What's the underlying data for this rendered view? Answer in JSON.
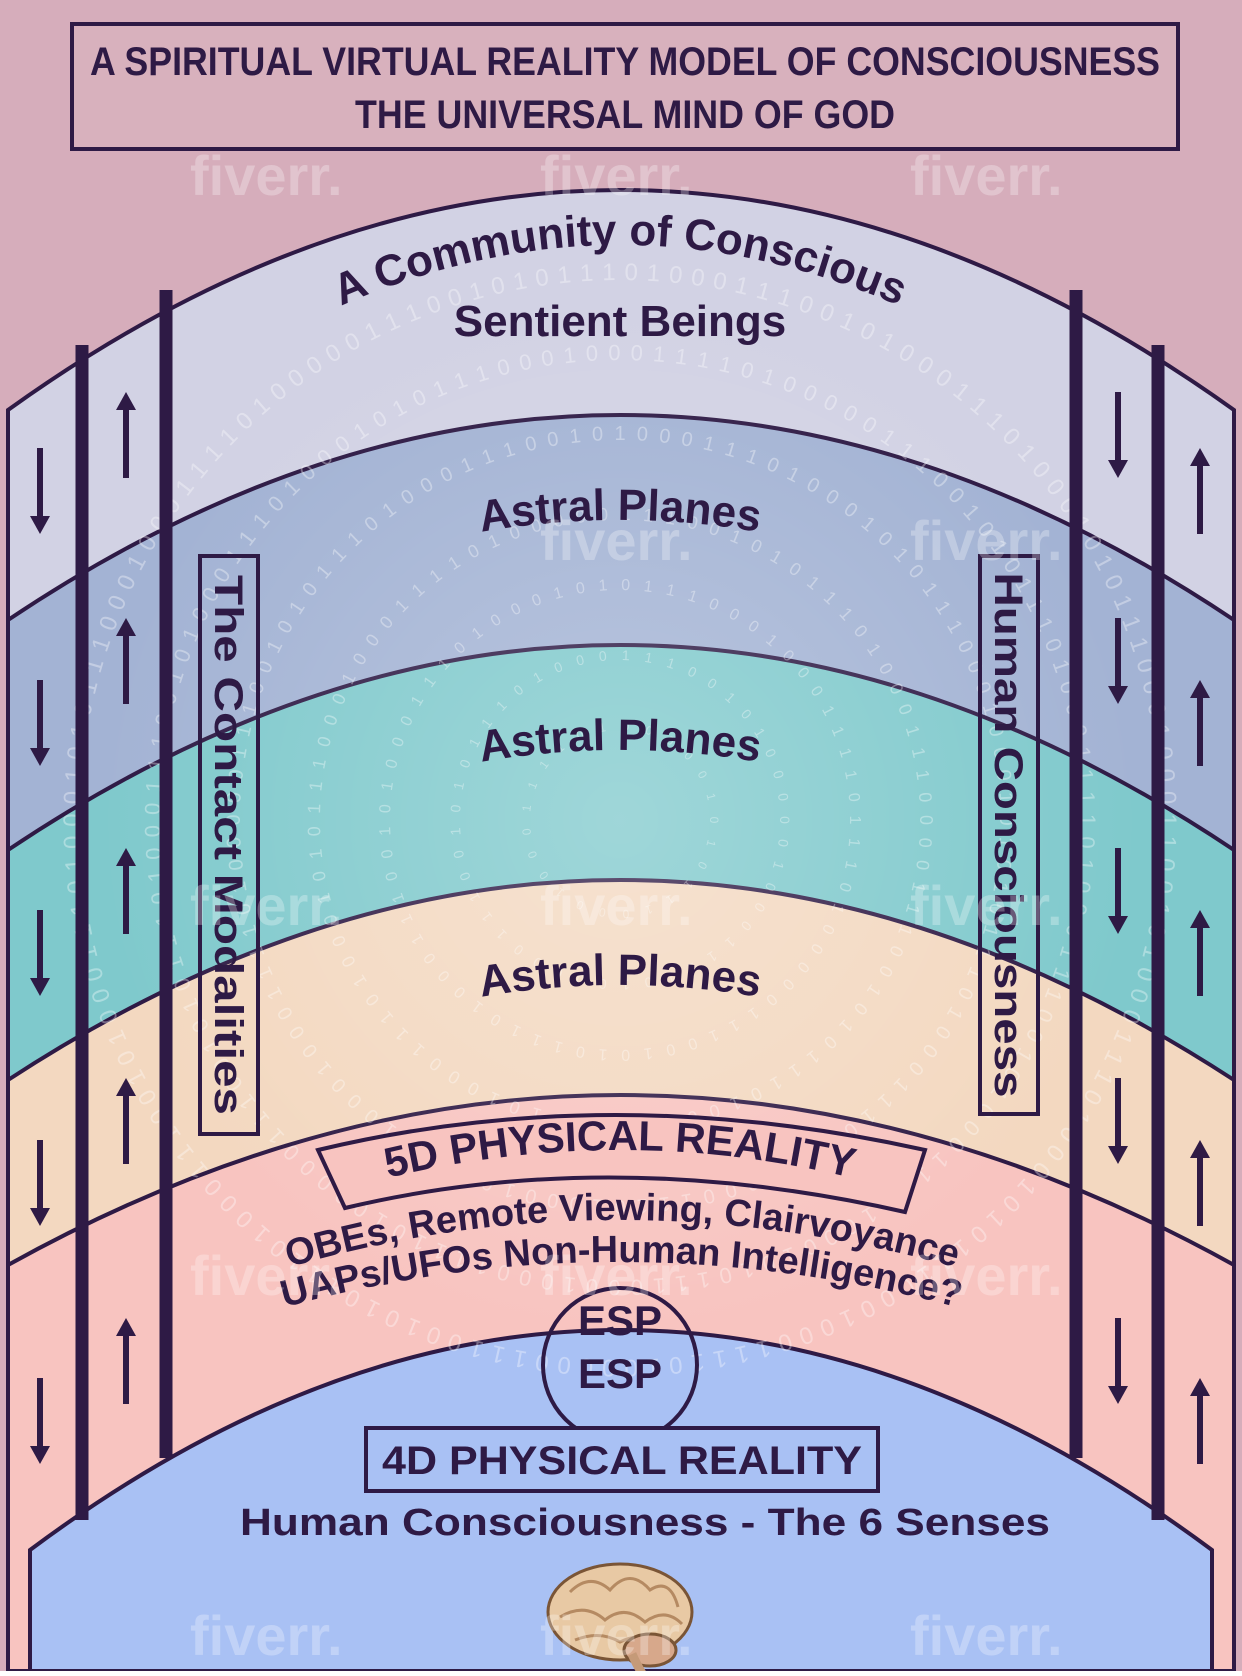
{
  "title": {
    "line1": "A SPIRITUAL VIRTUAL REALITY MODEL OF CONSCIOUSNESS",
    "line2": "THE UNIVERSAL MIND OF GOD"
  },
  "layers": {
    "community_line1": "A Community of Conscious",
    "community_line2": "Sentient Beings",
    "astral_1": "Astral Planes",
    "astral_2": "Astral Planes",
    "astral_3": "Astral Planes",
    "five_d_title": "5D PHYSICAL REALITY",
    "five_d_line1": "OBEs, Remote Viewing, Clairvoyance",
    "five_d_line2": "UAPs/UFOs Non-Human Intelligence?",
    "esp_top": "ESP",
    "esp_bottom": "ESP",
    "four_d_title": "4D PHYSICAL REALITY",
    "four_d_subtitle": "Human Consciousness - The 6 Senses"
  },
  "side_labels": {
    "left": "The Contact Modalities",
    "right": "Human Consciousness"
  },
  "background_binary": "0101110001000111101000001110010101110100011100101000111010001",
  "watermark": "fiverr.",
  "colors": {
    "background": "#d6adbb",
    "band_community": "#d2d2e4",
    "band_astral_1": "#a3b3d4",
    "band_astral_2": "#7fc9cc",
    "band_astral_3": "#f3d8c0",
    "band_5d": "#f8c4c0",
    "band_4d": "#a9c1f4",
    "ink": "#2e1a45"
  },
  "icons": [
    "arrow-up-icon",
    "arrow-down-icon",
    "brain-icon"
  ]
}
